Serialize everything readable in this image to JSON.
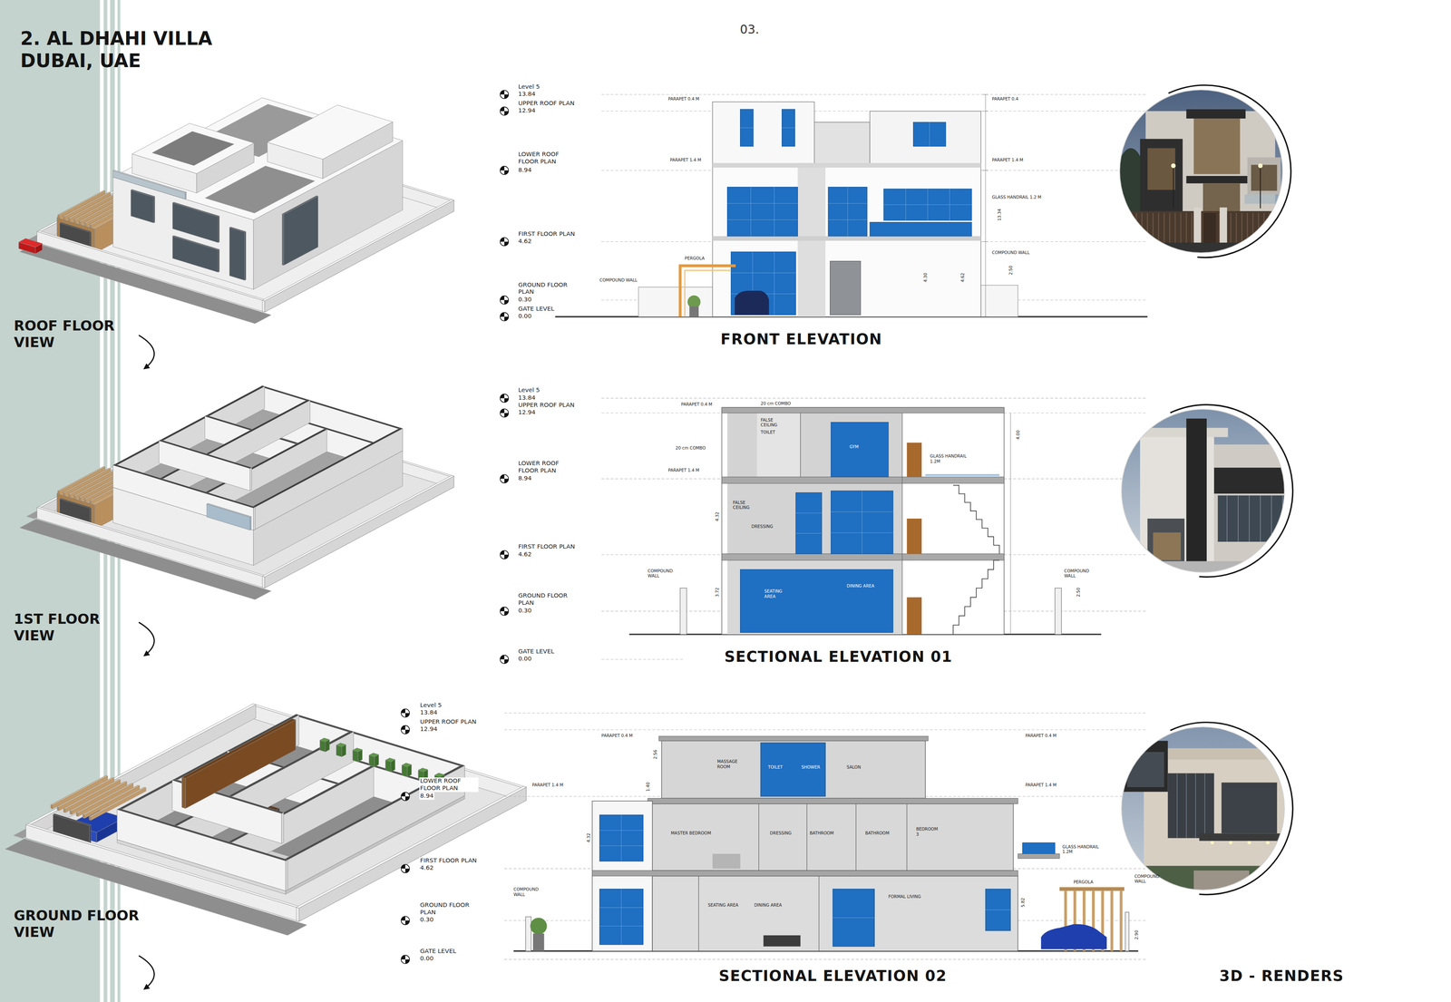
{
  "diagram": {
    "title": "2. AL DHAHI VILLA DUBAI, UAE",
    "labels": [
      "03.",
      "ROOF FLOOR VIEW",
      "1ST FLOOR VIEW",
      "GROUND FLOOR VIEW",
      "Level 5",
      "13.84",
      "UPPER ROOF PLAN",
      "12.94",
      "LOWER ROOF FLOOR PLAN",
      "8.94",
      "FIRST FLOOR PLAN",
      "4.62",
      "GROUND FLOOR PLAN",
      "0.30",
      "GATE LEVEL",
      "0.00",
      "PARAPET 0.4 M",
      "PARAPET 0.4",
      "PARAPET 1.4 M",
      "PARAPET 1.4 M",
      "GLASS HANDRAIL 1.2 M",
      "COMPOUND WALL",
      "COMPOUND WALL",
      "PERGOLA",
      "FRONT ELEVATION",
      "4.30",
      "4.62",
      "13.34",
      "2.50",
      "Level 5",
      "13.84",
      "UPPER ROOF PLAN",
      "12.94",
      "LOWER ROOF FLOOR PLAN",
      "8.94",
      "FIRST FLOOR PLAN",
      "4.62",
      "GROUND FLOOR PLAN",
      "0.30",
      "GATE LEVEL",
      "0.00",
      "PARAPET 0.4 M",
      "20 cm COMBO",
      "20 cm COMBO",
      "PARAPET 1.4 M",
      "FALSE CEILING",
      "TOILET",
      "GYM",
      "GLASS HANDRAIL 1.2M",
      "FALSE CEILING",
      "DRESSING",
      "SEATING AREA",
      "DINING AREA",
      "COMPOUND WALL",
      "COMPOUND WALL",
      "SECTIONAL ELEVATION 01",
      "4.32",
      "3.72",
      "4.00",
      "2.50",
      "Level 5",
      "13.84",
      "UPPER ROOF PLAN",
      "12.94",
      "LOWER ROOF FLOOR PLAN",
      "8.94",
      "FIRST FLOOR PLAN",
      "4.62",
      "GROUND FLOOR PLAN",
      "0.30",
      "GATE LEVEL",
      "0.00",
      "PARAPET 0.4 M",
      "PARAPET 0.4 M",
      "PARAPET 1.4 M",
      "PARAPET 1.4 M",
      "MASSAGE ROOM",
      "TOILET",
      "SHOWER",
      "SALON",
      "MASTER BEDROOM",
      "DRESSING",
      "BATHROOM",
      "BATHROOM",
      "BEDROOM 3",
      "GLASS HANDRAIL 1.2M",
      "SEATING AREA",
      "DINING AREA",
      "FORMAL LIVING",
      "PERGOLA",
      "COMPOUND WALL",
      "COMPOUND WALL",
      "SECTIONAL ELEVATION 02",
      "4.32",
      "1.40",
      "2.56",
      "5.82",
      "2.90",
      "3D - RENDERS"
    ]
  }
}
